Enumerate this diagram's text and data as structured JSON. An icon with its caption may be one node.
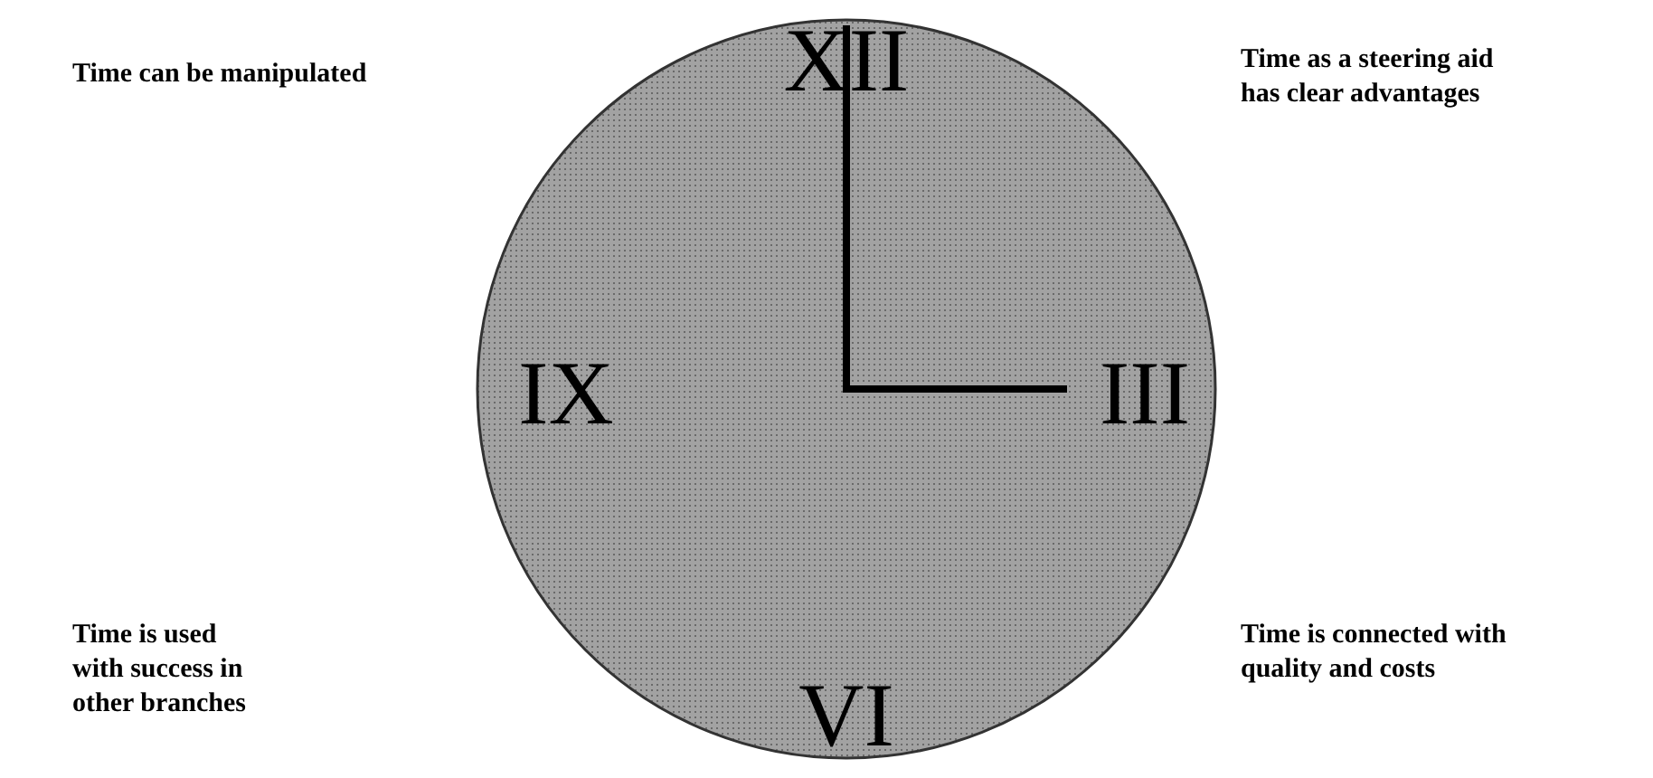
{
  "diagram": {
    "labels": [
      "Time can be manipulated",
      "XII",
      "Time as a steering aid has clear advantages",
      "IX",
      "III",
      "Time is used with success in other branches",
      "VI",
      "Time is connected with quality and costs"
    ]
  }
}
